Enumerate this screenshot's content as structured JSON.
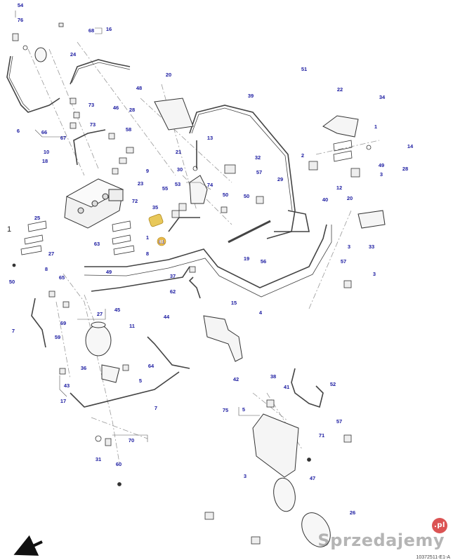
{
  "corner_code_top": "",
  "corner_code_bottom": "10372511-E1-A",
  "watermark": {
    "text": "Sprzedajemy",
    "badge": ".pl"
  },
  "labels": [
    "54",
    "76",
    "68",
    "16",
    "24",
    "6",
    "73",
    "46",
    "66",
    "67",
    "10",
    "73",
    "58",
    "18",
    "9",
    "23",
    "48",
    "28",
    "20",
    "21",
    "39",
    "51",
    "22",
    "34",
    "13",
    "32",
    "1",
    "14",
    "2",
    "49",
    "28",
    "3",
    "57",
    "29",
    "30",
    "55",
    "53",
    "74",
    "50",
    "50",
    "72",
    "35",
    "25",
    "27",
    "63",
    "1",
    "8",
    "8",
    "81",
    "12",
    "20",
    "40",
    "33",
    "3",
    "19",
    "56",
    "57",
    "3",
    "49",
    "50",
    "37",
    "62",
    "4",
    "65",
    "69",
    "27",
    "45",
    "11",
    "7",
    "59",
    "44",
    "15",
    "36",
    "64",
    "43",
    "5",
    "17",
    "7",
    "42",
    "38",
    "52",
    "75",
    "5",
    "41",
    "3",
    "57",
    "71",
    "70",
    "31",
    "60",
    "47",
    "26"
  ],
  "label_one": "1",
  "highlight_label": "81",
  "colors": {
    "label_text": "#1a1aa0",
    "line": "#333333",
    "highlight": "#e8b84a"
  }
}
